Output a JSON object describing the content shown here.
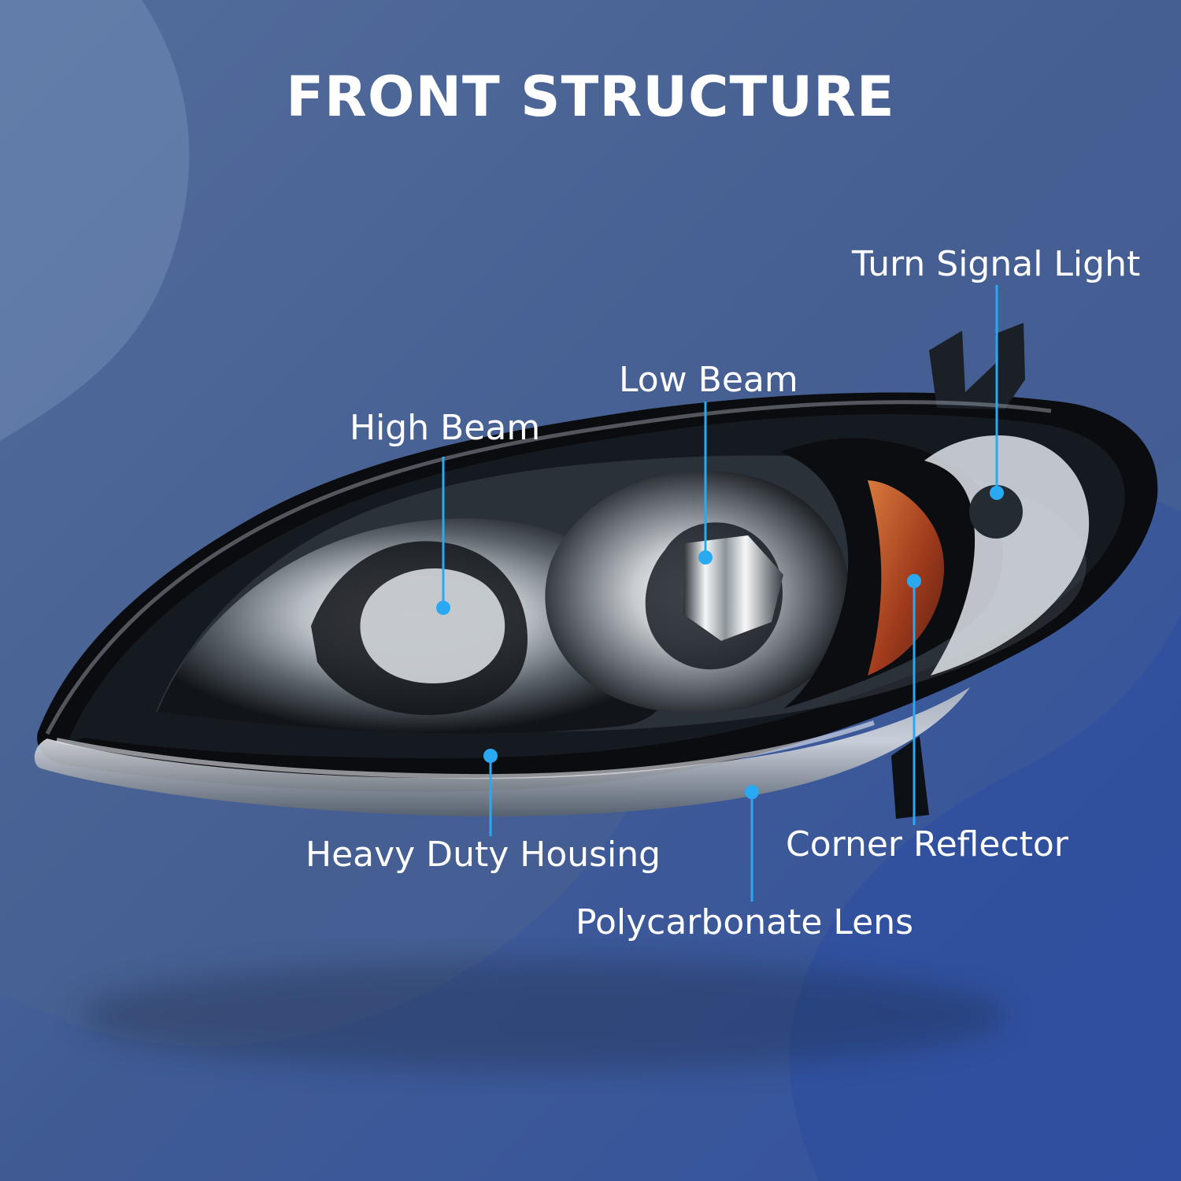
{
  "title": "FRONT STRUCTURE",
  "labels": {
    "high_beam": "High Beam",
    "low_beam": "Low Beam",
    "turn_signal_light": "Turn Signal Light",
    "heavy_duty_housing": "Heavy Duty Housing",
    "corner_reflector": "Corner Reflector",
    "polycarbonate_lens": "Polycarbonate Lens"
  },
  "colors": {
    "title": "#ffffff",
    "labels": "#ffffff",
    "callout_accent": "#2aa9f3",
    "background_dark": "#3a5698",
    "background_light": "#7290bf",
    "headlight_black": "#090b10",
    "amber_reflector": "#a6451f"
  }
}
